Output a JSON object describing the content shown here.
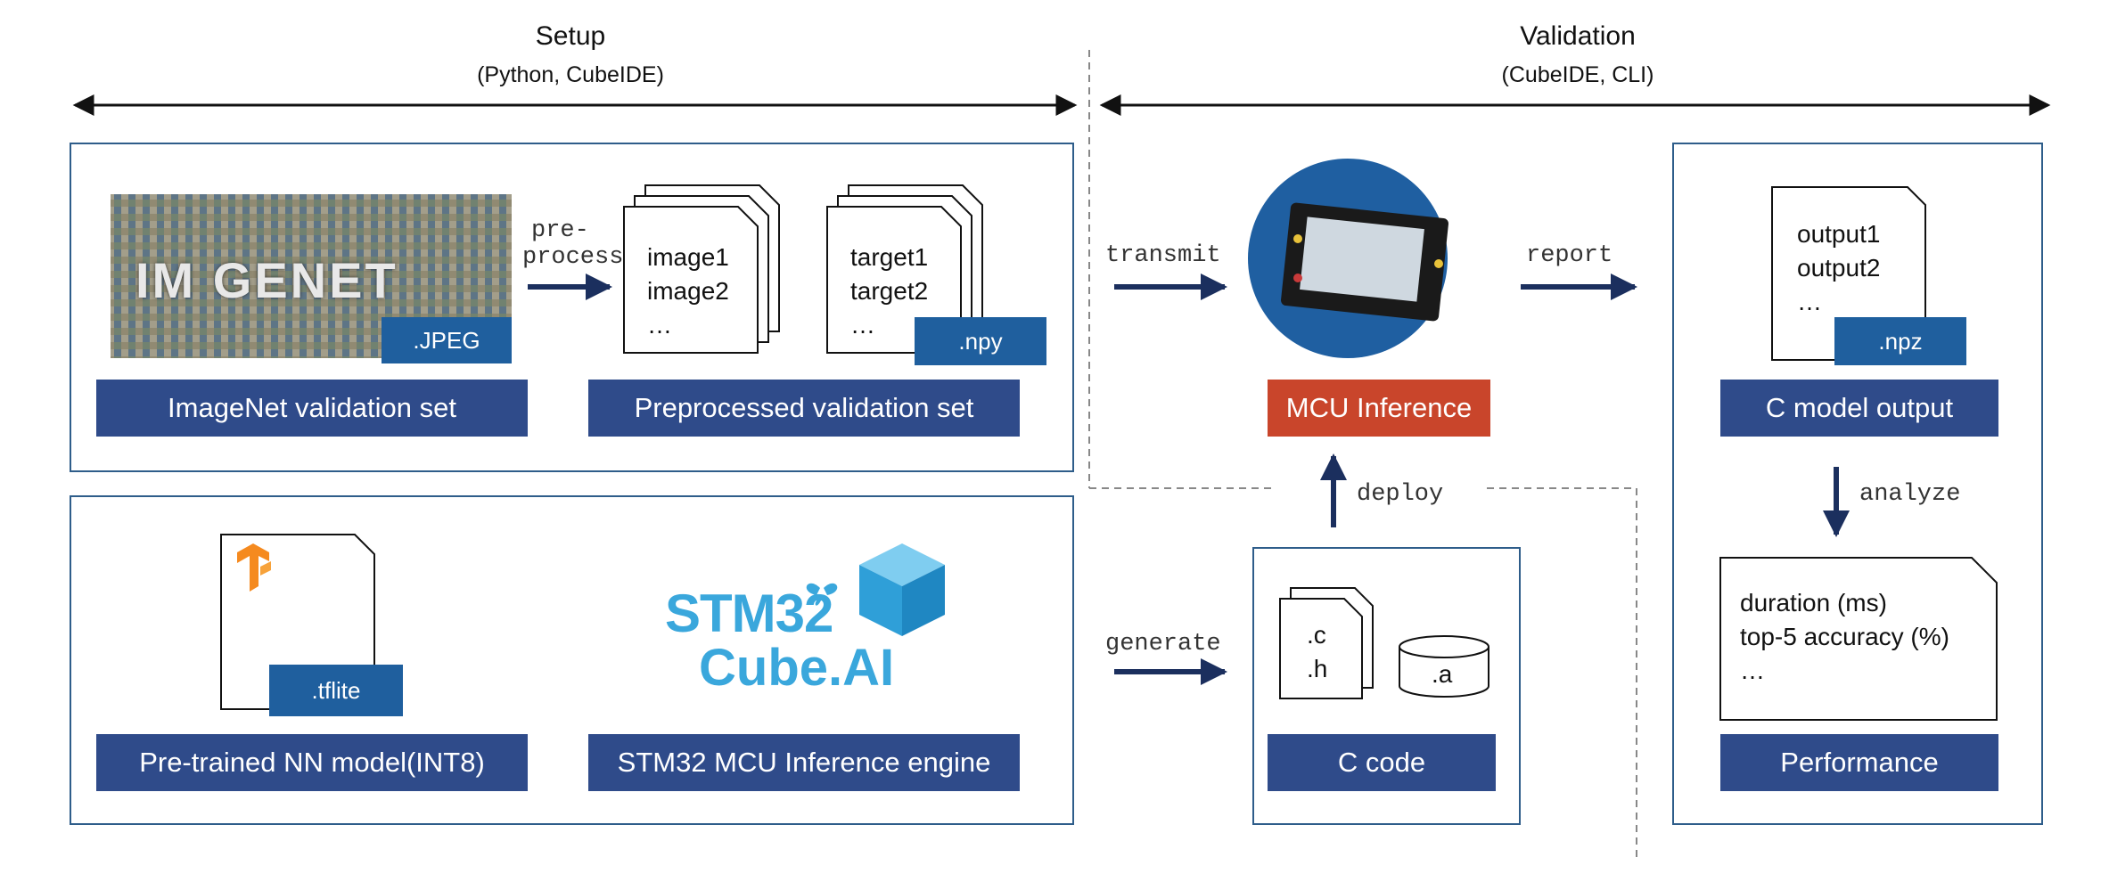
{
  "setup": {
    "title": "Setup",
    "subtitle": "(Python, CubeIDE)"
  },
  "validation": {
    "title": "Validation",
    "subtitle": "(CubeIDE, CLI)"
  },
  "imagenet": {
    "logo_text": "IM GENET",
    "ext": ".JPEG",
    "label": "ImageNet validation set"
  },
  "preprocess": {
    "arrow_label_1": "pre-",
    "arrow_label_2": "process"
  },
  "preprocessed": {
    "images": [
      "image1",
      "image2",
      "…"
    ],
    "targets": [
      "target1",
      "target2",
      "…"
    ],
    "ext": ".npy",
    "label": "Preprocessed validation set"
  },
  "model": {
    "ext": ".tflite",
    "label": "Pre-trained NN model(INT8)"
  },
  "engine": {
    "logo_line1": "STM32",
    "logo_line2": "Cube.AI",
    "label": "STM32 MCU Inference engine"
  },
  "mcu": {
    "label": "MCU Inference"
  },
  "arrows": {
    "transmit": "transmit",
    "report": "report",
    "deploy": "deploy",
    "generate": "generate",
    "analyze": "analyze"
  },
  "ccode": {
    "file_lines": [
      ".c",
      ".h"
    ],
    "lib": ".a",
    "label": "C code"
  },
  "output": {
    "lines": [
      "output1",
      "output2",
      "…"
    ],
    "ext": ".npz",
    "label": "C model output"
  },
  "performance": {
    "lines": [
      "duration (ms)",
      "top-5 accuracy (%)",
      "…"
    ],
    "label": "Performance"
  },
  "colors": {
    "panel_border": "#2e5d8a",
    "label_bg": "#2f4b8a",
    "mcu_label_bg": "#c9452b",
    "tag_bg": "#1f5f9e",
    "arrow": "#1b2f5e",
    "stm_blue": "#3aa7dc"
  }
}
